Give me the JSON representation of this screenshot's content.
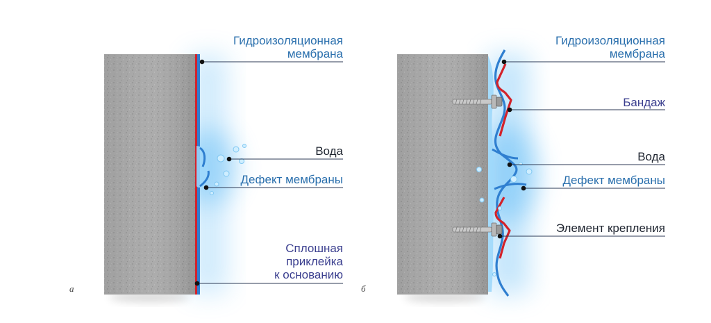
{
  "left": {
    "letter": "а",
    "labels": {
      "membrane": "Гидроизоляционная\nмембрана",
      "water": "Вода",
      "defect": "Дефект мембраны",
      "adhesion": "Сплошная\nприклейка\nк основанию"
    }
  },
  "right": {
    "letter": "б",
    "labels": {
      "membrane": "Гидроизоляционная\nмембрана",
      "bandage": "Бандаж",
      "water": "Вода",
      "defect": "Дефект мембраны",
      "fastener": "Элемент крепления"
    }
  },
  "colors": {
    "concrete": "#a7a7a7",
    "membrane_blue": "#2f7fd0",
    "adhesive_red": "#d3222a",
    "water_glow": "#58b8f5",
    "label_blue": "#2a6fad",
    "label_dark": "#1f2530",
    "leader_line": "#2c3a55"
  }
}
